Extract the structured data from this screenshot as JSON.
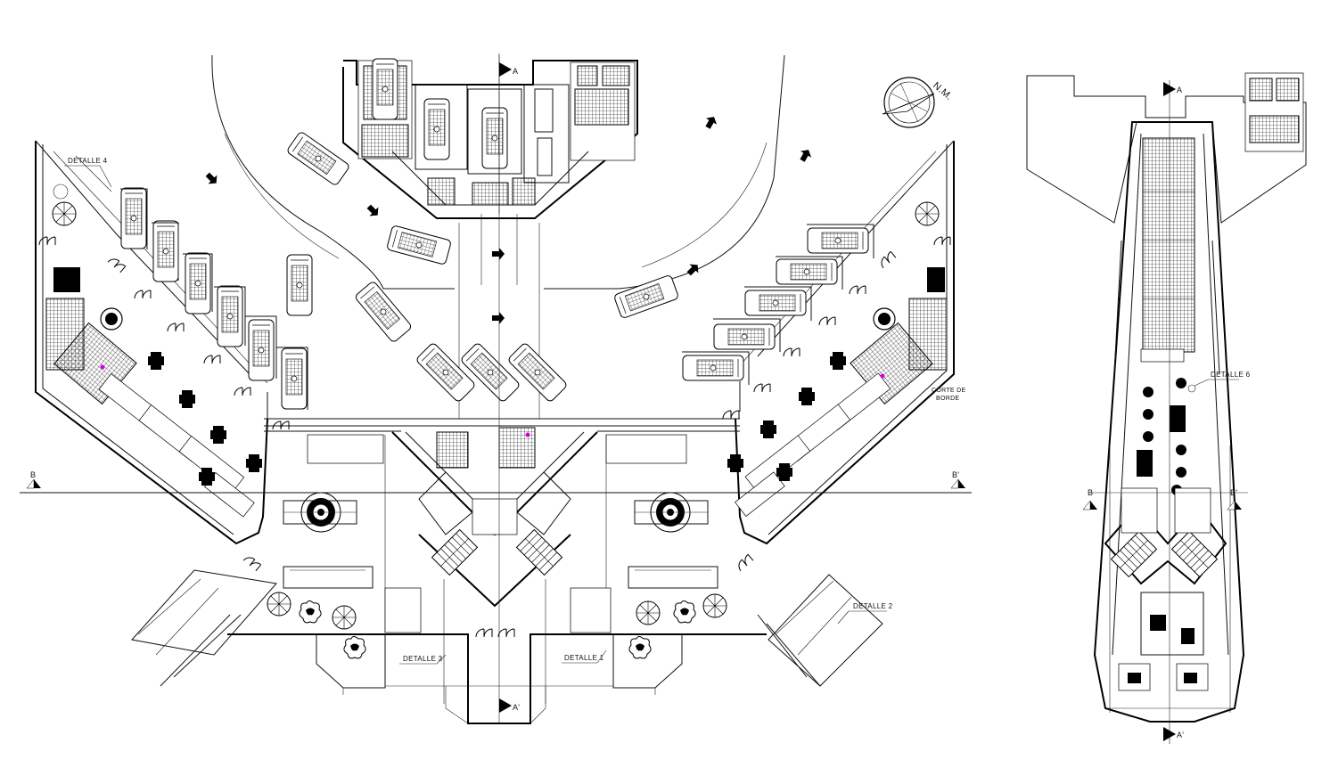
{
  "labels": {
    "detalle_4": "DETALLE 4",
    "detalle_3": "DETALLE 3",
    "detalle_1": "DETALLE 1",
    "detalle_2": "DETALLE 2",
    "detalle_6": "DETALLE 6",
    "corte_de_borde_line1": "CORTE DE",
    "corte_de_borde_line2": "BORDE",
    "north": "N.M.",
    "section_a": "A",
    "section_a_prime": "A'",
    "section_b": "B",
    "section_b_prime": "B'",
    "side_section_a": "A",
    "side_section_a_prime": "A'",
    "side_section_b": "B",
    "side_section_b_prime": "B'"
  },
  "colors": {
    "line": "#000000",
    "background": "#ffffff",
    "accent": "#d400d4"
  }
}
